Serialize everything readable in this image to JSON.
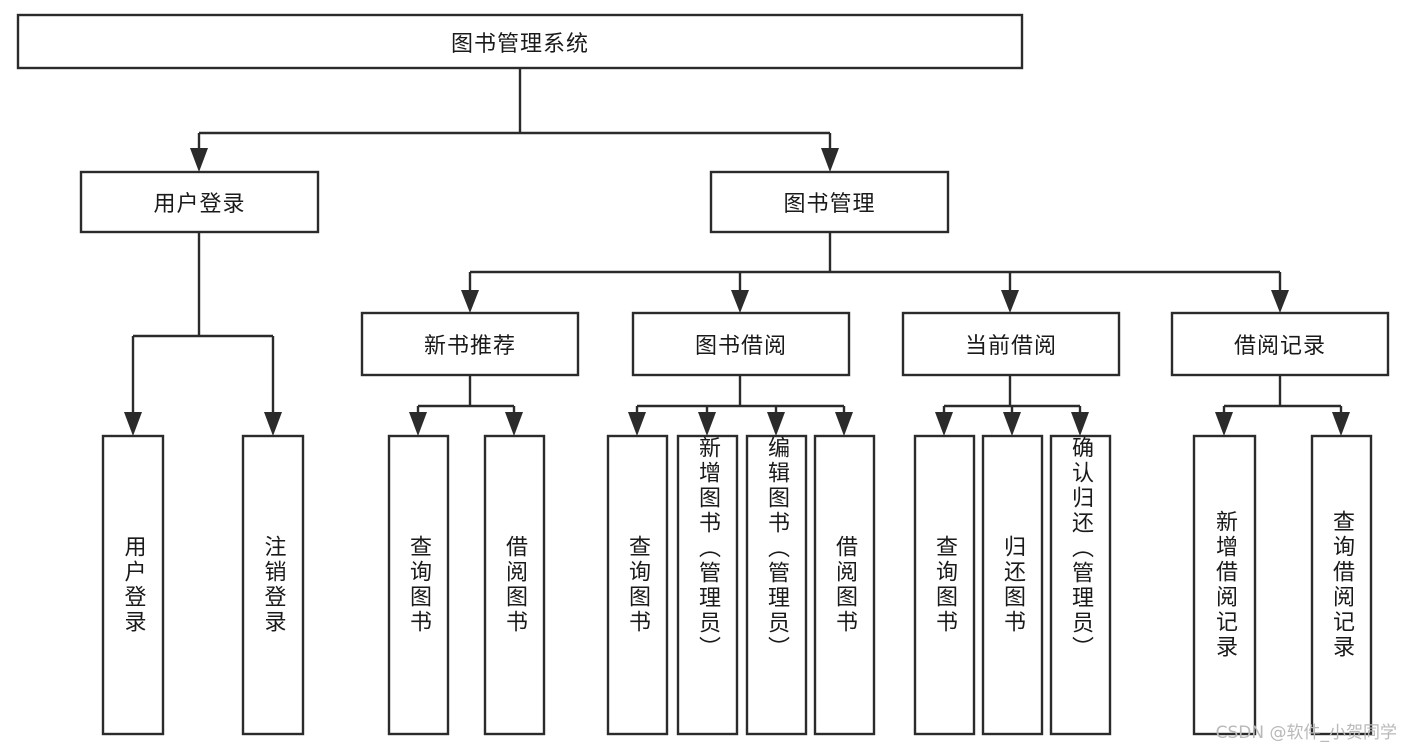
{
  "diagram": {
    "type": "tree-hierarchy-diagram",
    "title": "图书管理系统",
    "watermark": "CSDN @软件_小贺同学",
    "colors": {
      "box_stroke": "#2b2b2b",
      "box_fill": "#ffffff",
      "connector": "#2b2b2b",
      "text": "#1a1a1a",
      "background": "#ffffff",
      "watermark": "#b9b9b9"
    },
    "root": {
      "id": "root",
      "label": "图书管理系统"
    },
    "level2": [
      {
        "id": "user-login",
        "label": "用户登录"
      },
      {
        "id": "book-management",
        "label": "图书管理"
      }
    ],
    "level3": [
      {
        "id": "new-book-recommend",
        "label": "新书推荐",
        "parent": "book-management"
      },
      {
        "id": "book-borrow",
        "label": "图书借阅",
        "parent": "book-management"
      },
      {
        "id": "current-borrow",
        "label": "当前借阅",
        "parent": "book-management"
      },
      {
        "id": "borrow-record",
        "label": "借阅记录",
        "parent": "book-management"
      }
    ],
    "leaves": {
      "user-login": [
        {
          "id": "leaf-user-login",
          "label": "用户登录"
        },
        {
          "id": "leaf-user-logout",
          "label": "注销登录"
        }
      ],
      "new-book-recommend": [
        {
          "id": "leaf-query-book-1",
          "label": "查询图书"
        },
        {
          "id": "leaf-borrow-book-1",
          "label": "借阅图书"
        }
      ],
      "book-borrow": [
        {
          "id": "leaf-query-book-2",
          "label": "查询图书"
        },
        {
          "id": "leaf-add-book",
          "label": "新增图书（管理员）"
        },
        {
          "id": "leaf-edit-book",
          "label": "编辑图书（管理员）"
        },
        {
          "id": "leaf-borrow-book-2",
          "label": "借阅图书"
        }
      ],
      "current-borrow": [
        {
          "id": "leaf-query-book-3",
          "label": "查询图书"
        },
        {
          "id": "leaf-return-book",
          "label": "归还图书"
        },
        {
          "id": "leaf-confirm-return",
          "label": "确认归还（管理员）"
        }
      ],
      "borrow-record": [
        {
          "id": "leaf-add-record",
          "label": "新增借阅记录"
        },
        {
          "id": "leaf-query-record",
          "label": "查询借阅记录"
        }
      ]
    }
  }
}
